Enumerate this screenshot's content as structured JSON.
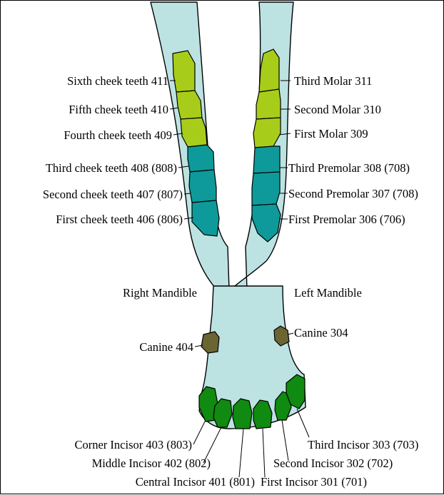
{
  "colors": {
    "jaw": "#bde2e2",
    "molar": "#a8cc1a",
    "premolar": "#0e9a9a",
    "canine": "#6b6433",
    "incisor": "#108a10",
    "outline": "#000000"
  },
  "sides": {
    "right": "Right Mandible",
    "left": "Left Mandible"
  },
  "right_cheek_teeth": [
    "Sixth cheek teeth 411",
    "Fifth cheek teeth 410",
    "Fourth cheek teeth 409",
    "Third cheek teeth 408 (808)",
    "Second cheek teeth 407 (807)",
    "First cheek teeth 406 (806)"
  ],
  "left_cheek_teeth": [
    "Third Molar 311",
    "Second Molar 310",
    "First Molar 309",
    "Third Premolar 308 (708)",
    "Second Premolar 307 (708)",
    "First Premolar 306 (706)"
  ],
  "canines": {
    "right": "Canine 404",
    "left": "Canine 304"
  },
  "incisors": {
    "corner_right": "Corner Incisor 403 (803)",
    "middle_right": "Middle Incisor 402 (802)",
    "central_right": "Central Incisor 401 (801)",
    "first_left": "First Incisor 301 (701)",
    "second_left": "Second Incisor 302 (702)",
    "third_left": "Third Incisor 303 (703)"
  }
}
